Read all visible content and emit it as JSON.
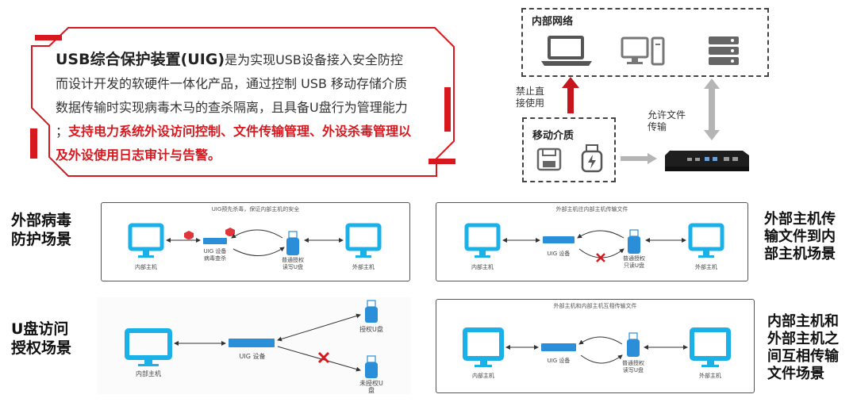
{
  "intro": {
    "title": "USB综合保护装置(UIG)",
    "line1_rest": "是为实现USB设备接入安全防控",
    "line2": "而设计开发的软硬件一体化产品，通过控制 USB 移动存储介质",
    "line3": "数据传输时实现病毒木马的查杀隔离，且具备U盘行为管理能力",
    "line4_prefix": "；",
    "line4_highlight": "支持电力系统外设访问控制、文件传输管理、外设杀毒管理以",
    "line5_highlight": "及外设使用日志审计与告警。"
  },
  "network": {
    "internal_label": "内部网络",
    "media_label": "移动介质",
    "forbid_label": [
      "禁止直",
      "接使用"
    ],
    "allow_label": [
      "允许文件",
      "传输"
    ]
  },
  "scenes": {
    "s1": {
      "title": [
        "外部病毒",
        "防护场景"
      ],
      "caption": "UIG预先杀毒，保证内部主机的安全",
      "left_host": "内部主机",
      "device": [
        "UIG 设备",
        "病毒查杀"
      ],
      "usb": [
        "普通授权",
        "读写U盘"
      ],
      "right_host": "外部主机"
    },
    "s2": {
      "title": [
        "外部主机传",
        "输文件到内",
        "部主机场景"
      ],
      "caption": "外部主机往内部主机传输文件",
      "left_host": "内部主机",
      "device": [
        "UIG 设备"
      ],
      "usb": [
        "普通授权",
        "只读U盘"
      ],
      "right_host": "外部主机"
    },
    "s3": {
      "title": [
        "U盘访问",
        "授权场景"
      ],
      "left_host": "内部主机",
      "device": [
        "UIG 设备"
      ],
      "usb_auth": "授权U盘",
      "usb_unauth": [
        "未授权U",
        "盘"
      ]
    },
    "s4": {
      "title": [
        "内部主机和",
        "外部主机之",
        "间互相传输",
        "文件场景"
      ],
      "caption": "外部主机和内部主机互相传输文件",
      "left_host": "内部主机",
      "device": [
        "UIG 设备"
      ],
      "usb": [
        "普通授权",
        "读写U盘"
      ],
      "right_host": "外部主机"
    }
  },
  "colors": {
    "accent_red": "#d7191f",
    "monitor_blue": "#1ab0e8",
    "device_blue": "#2a8fd8",
    "arrow_gray": "#b5b5b5"
  }
}
